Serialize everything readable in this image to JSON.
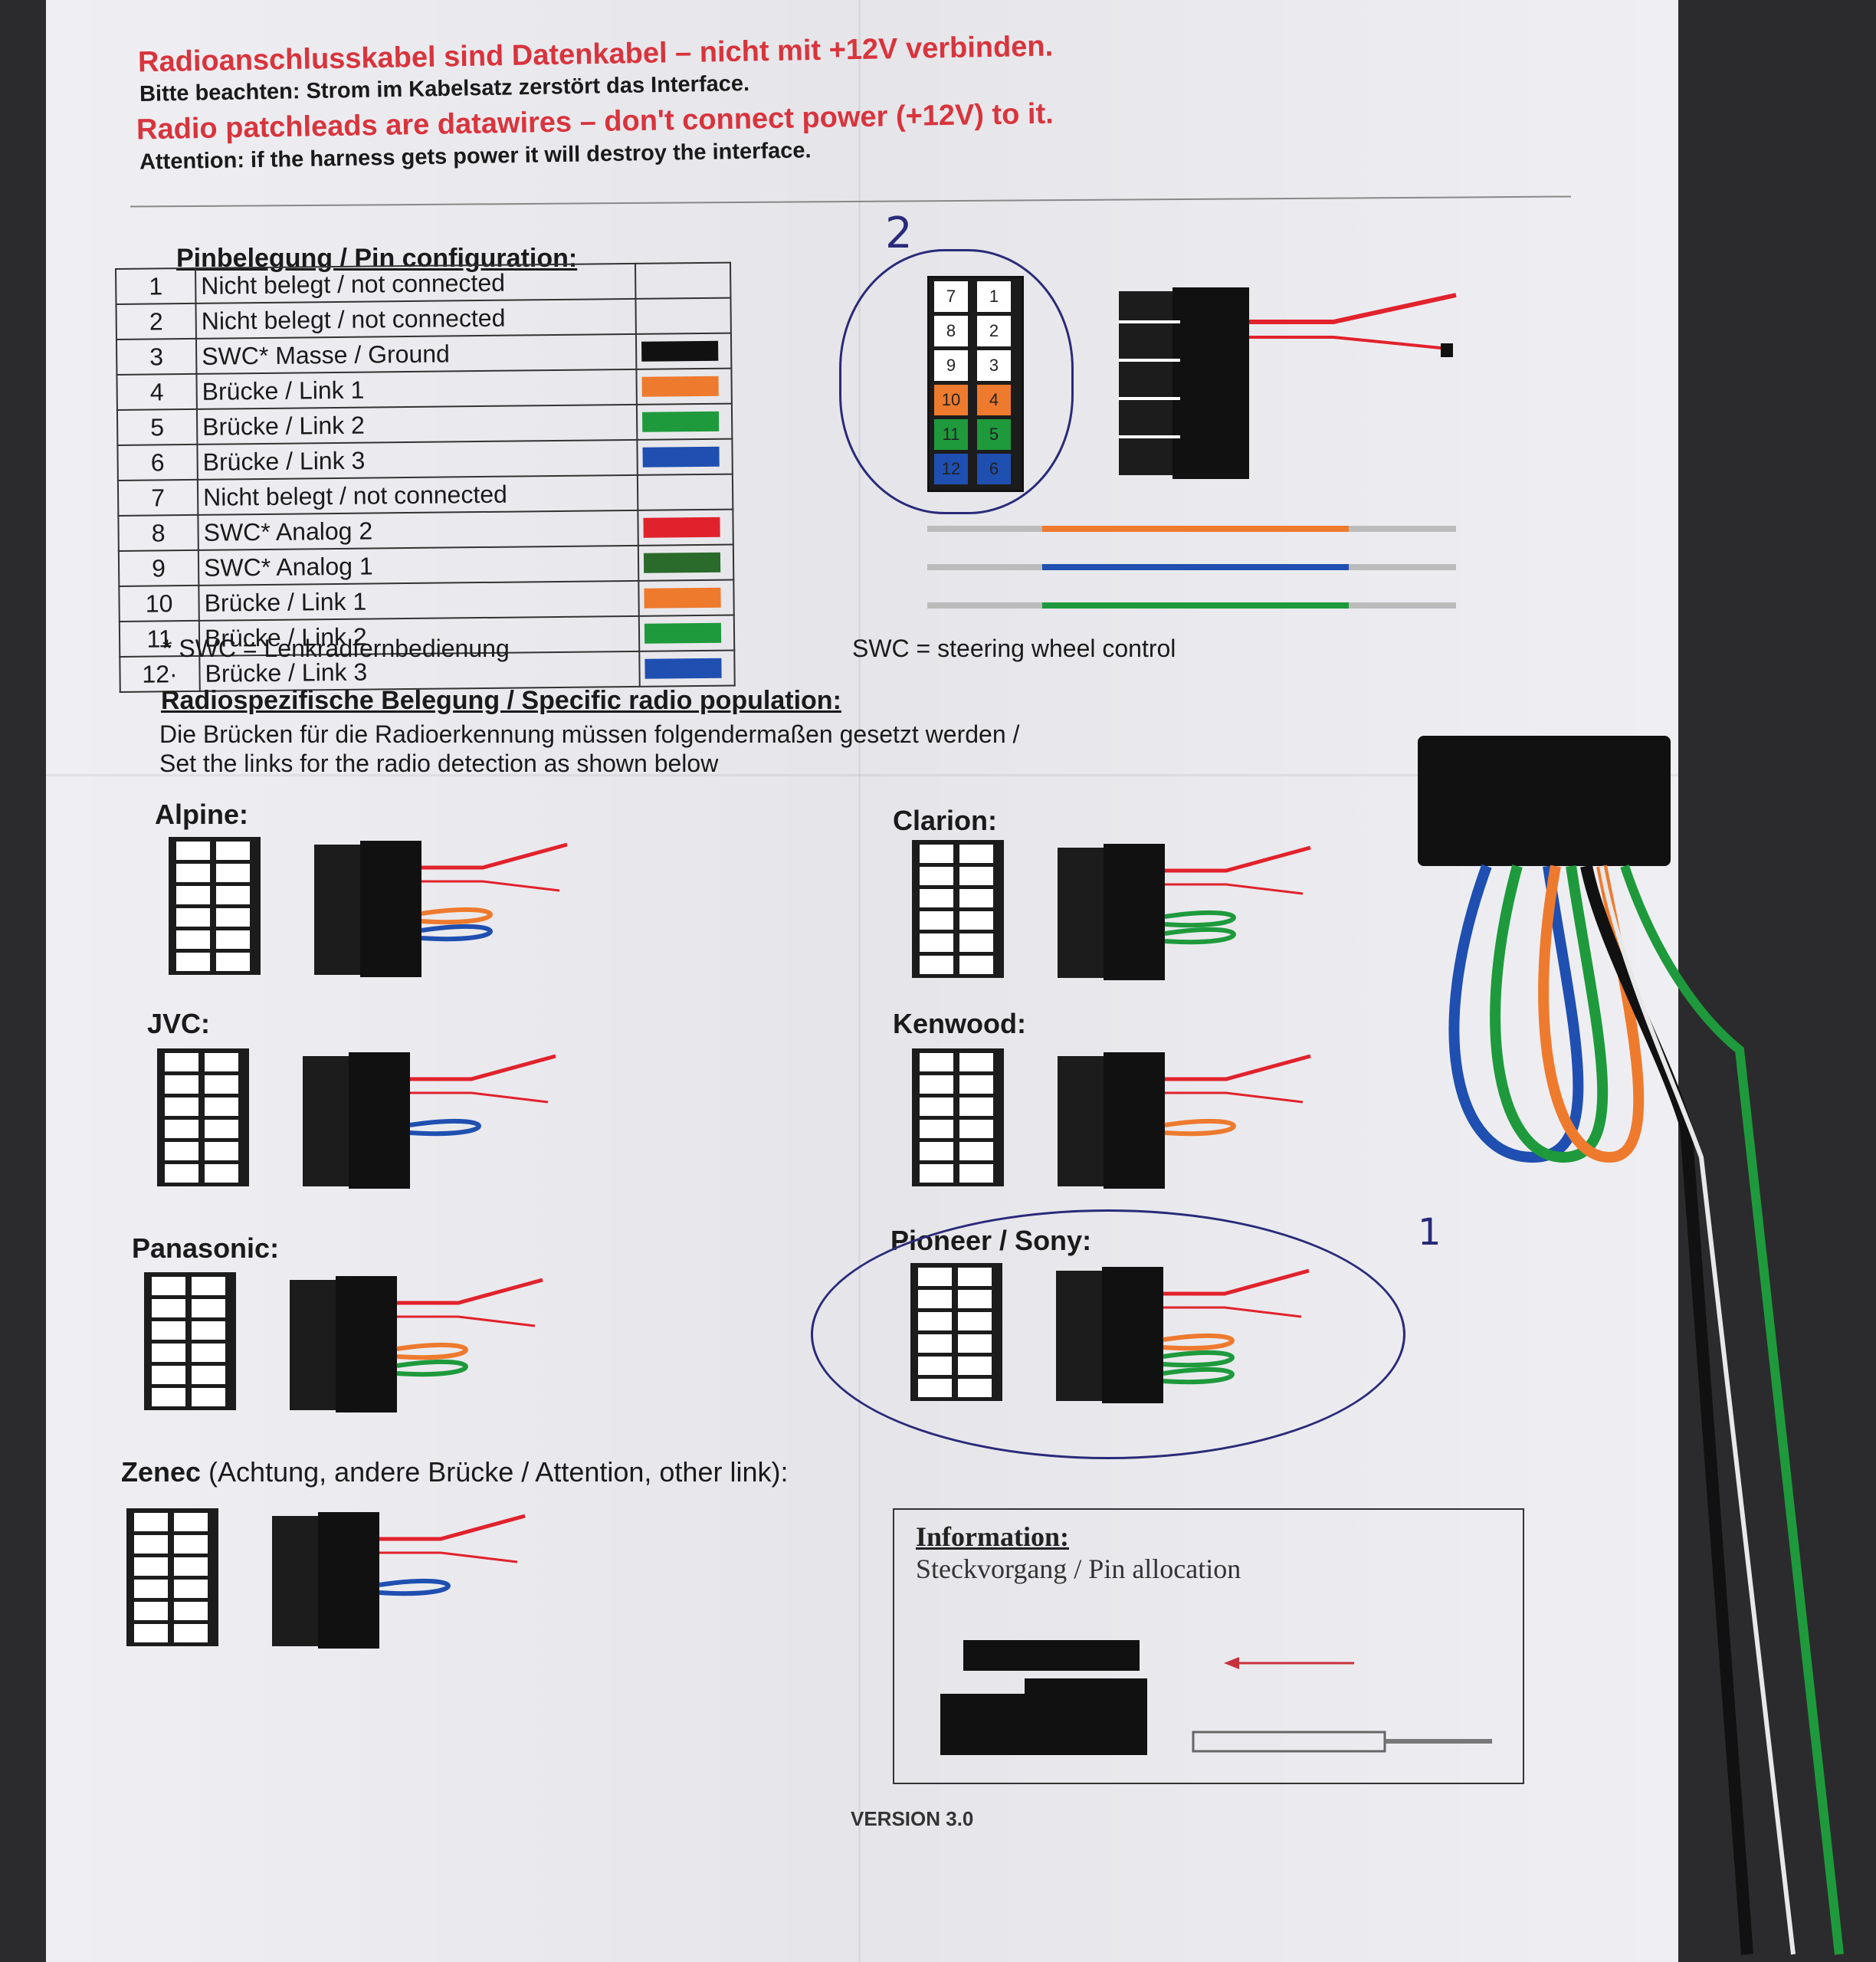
{
  "warnings": {
    "de_title": "Radioanschlusskabel sind Datenkabel – nicht mit +12V verbinden.",
    "de_note": "Bitte beachten: Strom im Kabelsatz zerstört das Interface.",
    "en_title": "Radio patchleads are datawires – don't connect power (+12V) to it.",
    "en_note": "Attention: if the harness gets power it will destroy the interface."
  },
  "pin_config": {
    "heading": "Pinbelegung / Pin configuration:",
    "rows": [
      {
        "pin": "1",
        "label": "Nicht belegt / not connected",
        "color": ""
      },
      {
        "pin": "2",
        "label": "Nicht belegt / not connected",
        "color": ""
      },
      {
        "pin": "3",
        "label": "SWC* Masse / Ground",
        "color": "#111111"
      },
      {
        "pin": "4",
        "label": "Brücke / Link 1",
        "color": "#ee7a2e"
      },
      {
        "pin": "5",
        "label": "Brücke / Link 2",
        "color": "#1e9a3c"
      },
      {
        "pin": "6",
        "label": "Brücke / Link 3",
        "color": "#1f4fb0"
      },
      {
        "pin": "7",
        "label": "Nicht belegt / not connected",
        "color": ""
      },
      {
        "pin": "8",
        "label": "SWC* Analog 2",
        "color": "#e1222c"
      },
      {
        "pin": "9",
        "label": "SWC* Analog 1",
        "color": "#2a6a2a"
      },
      {
        "pin": "10",
        "label": "Brücke / Link 1",
        "color": "#ee7a2e"
      },
      {
        "pin": "11",
        "label": "Brücke / Link 2",
        "color": "#1e9a3c"
      },
      {
        "pin": "12·",
        "label": "Brücke / Link 3",
        "color": "#1f4fb0"
      }
    ],
    "footnote_de": "* SWC = Lenkradfernbedienung",
    "footnote_en": "SWC = steering wheel control",
    "connector_pins": [
      "7",
      "1",
      "8",
      "2",
      "9",
      "3",
      "10",
      "4",
      "11",
      "5",
      "12",
      "6"
    ]
  },
  "specific": {
    "heading": "Radiospezifische Belegung / Specific radio population:",
    "line1": "Die Brücken für die Radioerkennung müssen folgendermaßen gesetzt werden /",
    "line2": "Set the links for the radio detection as shown below"
  },
  "brands": {
    "alpine": "Alpine:",
    "clarion": "Clarion:",
    "jvc": "JVC:",
    "kenwood": "Kenwood:",
    "panasonic": "Panasonic:",
    "pioneer_sony": "Pioneer / Sony:",
    "zenec_bold": "Zenec",
    "zenec_rest": " (Achtung, andere Brücke / Attention, other link):"
  },
  "info": {
    "title": "Information:",
    "subtitle": "Steckvorgang / Pin allocation"
  },
  "version": "VERSION 3.0",
  "handwritten": {
    "top": "2",
    "right": "1"
  },
  "colors": {
    "red": "#d8343d",
    "orange": "#ee7a2e",
    "green": "#1e9a3c",
    "blue": "#1f4fb0",
    "pen": "#2a2a7a"
  }
}
